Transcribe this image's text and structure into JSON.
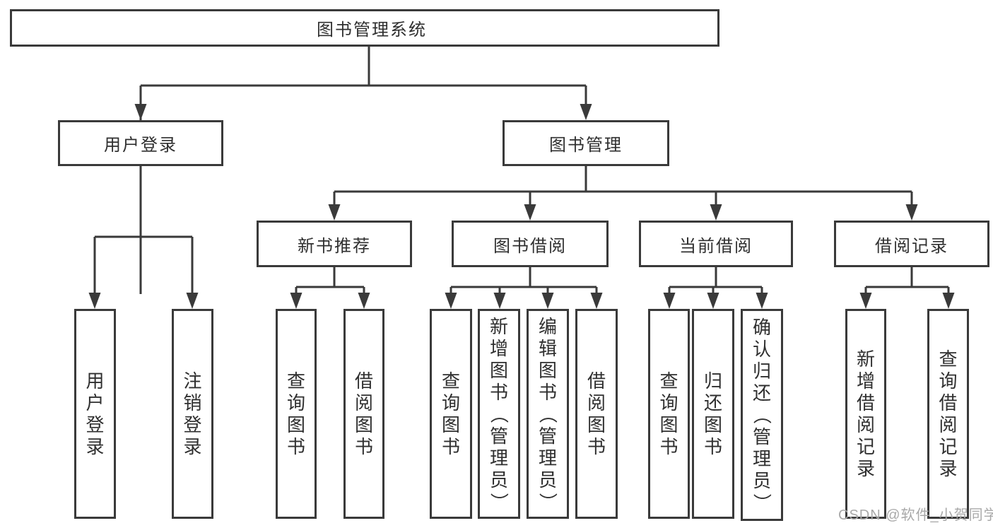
{
  "root": {
    "label": "图书管理系统"
  },
  "branches": {
    "user": {
      "label": "用户登录",
      "leaves": [
        "用户登录",
        "注销登录"
      ]
    },
    "mgmt": {
      "label": "图书管理",
      "sections": {
        "new_book": {
          "label": "新书推荐",
          "leaves": [
            "查询图书",
            "借阅图书"
          ]
        },
        "borrowing": {
          "label": "图书借阅",
          "leaves": [
            "查询图书",
            "新增图书（管理员）",
            "编辑图书（管理员）",
            "借阅图书"
          ]
        },
        "current": {
          "label": "当前借阅",
          "leaves": [
            "查询图书",
            "归还图书",
            "确认归还（管理员）"
          ]
        },
        "records": {
          "label": "借阅记录",
          "leaves": [
            "新增借阅记录",
            "查询借阅记录"
          ]
        }
      }
    }
  },
  "watermark": "CSDN @软件_小贺同学",
  "colors": {
    "line": "#3a3a3a",
    "text": "#2f2f2f",
    "box_background": "#ffffff",
    "watermark": "#a9a9a9",
    "background": "#ffffff"
  }
}
